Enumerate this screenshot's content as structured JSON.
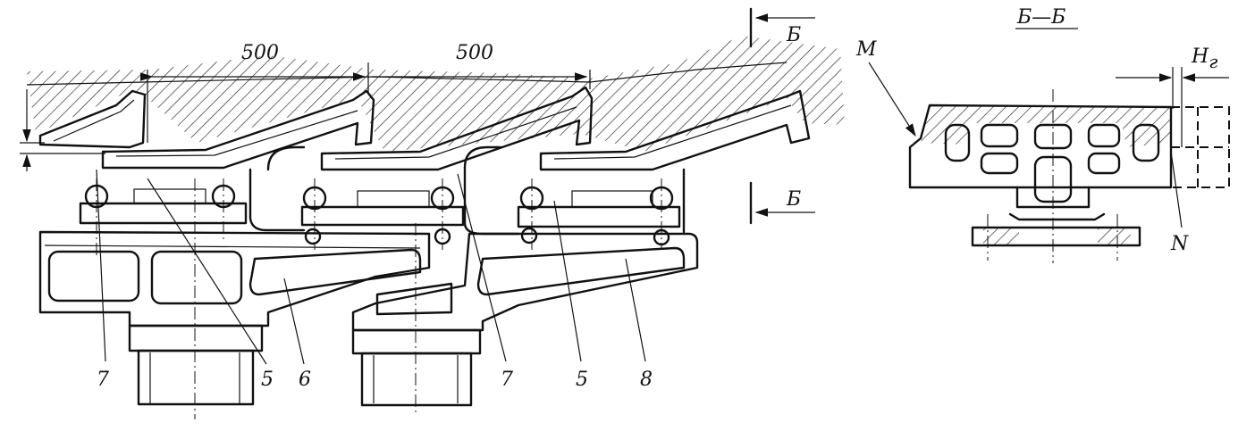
{
  "dimensions": {
    "left_span": "500",
    "right_span": "500"
  },
  "section": {
    "title": "Б—Б",
    "mark_top": "Б",
    "mark_bottom": "Б"
  },
  "labels": {
    "item_7_left": "7",
    "item_5_left": "5",
    "item_6": "6",
    "item_7_mid": "7",
    "item_5_mid": "5",
    "item_8": "8",
    "point_m": "M",
    "point_n": "N",
    "gap_h": "H",
    "gap_h_sub": "г"
  }
}
